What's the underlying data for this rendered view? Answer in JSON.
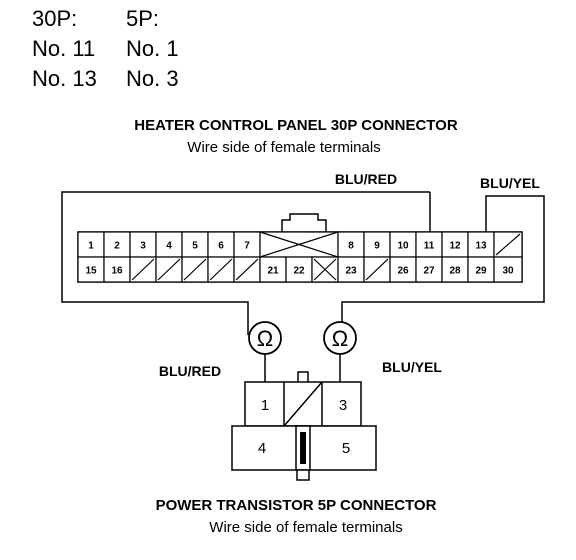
{
  "header": {
    "col1": {
      "title": "30P:",
      "rows": [
        "No. 11",
        "No. 13"
      ]
    },
    "col2": {
      "title": "5P:",
      "rows": [
        "No. 1",
        "No. 3"
      ]
    }
  },
  "hcp_connector": {
    "title": "HEATER CONTROL PANEL 30P CONNECTOR",
    "subtitle": "Wire side of female terminals",
    "top_row": [
      "1",
      "2",
      "3",
      "4",
      "5",
      "6",
      "7",
      "",
      "",
      "",
      "8",
      "9",
      "10",
      "11",
      "12",
      "13",
      ""
    ],
    "bottom_row": [
      "15",
      "16",
      "",
      "",
      "",
      "",
      "",
      "21",
      "22",
      "",
      "23",
      "",
      "26",
      "27",
      "28",
      "29",
      "30"
    ],
    "top_row_types": [
      "t",
      "t",
      "t",
      "t",
      "t",
      "t",
      "t",
      "x",
      "x",
      "x",
      "t",
      "t",
      "t",
      "t",
      "t",
      "t",
      "s"
    ],
    "bottom_row_types": [
      "t",
      "t",
      "s",
      "s",
      "s",
      "s",
      "s",
      "t",
      "t",
      "x",
      "t",
      "s",
      "t",
      "t",
      "t",
      "t",
      "t"
    ]
  },
  "wires": {
    "left_color": "BLU/RED",
    "right_color": "BLU/YEL"
  },
  "ohmmeter_symbol": "Ω",
  "pt_connector": {
    "title": "POWER TRANSISTOR 5P CONNECTOR",
    "subtitle": "Wire side of female terminals",
    "terminals": [
      "1",
      "3",
      "4",
      "5"
    ],
    "left_label": "BLU/RED",
    "right_label": "BLU/YEL"
  }
}
